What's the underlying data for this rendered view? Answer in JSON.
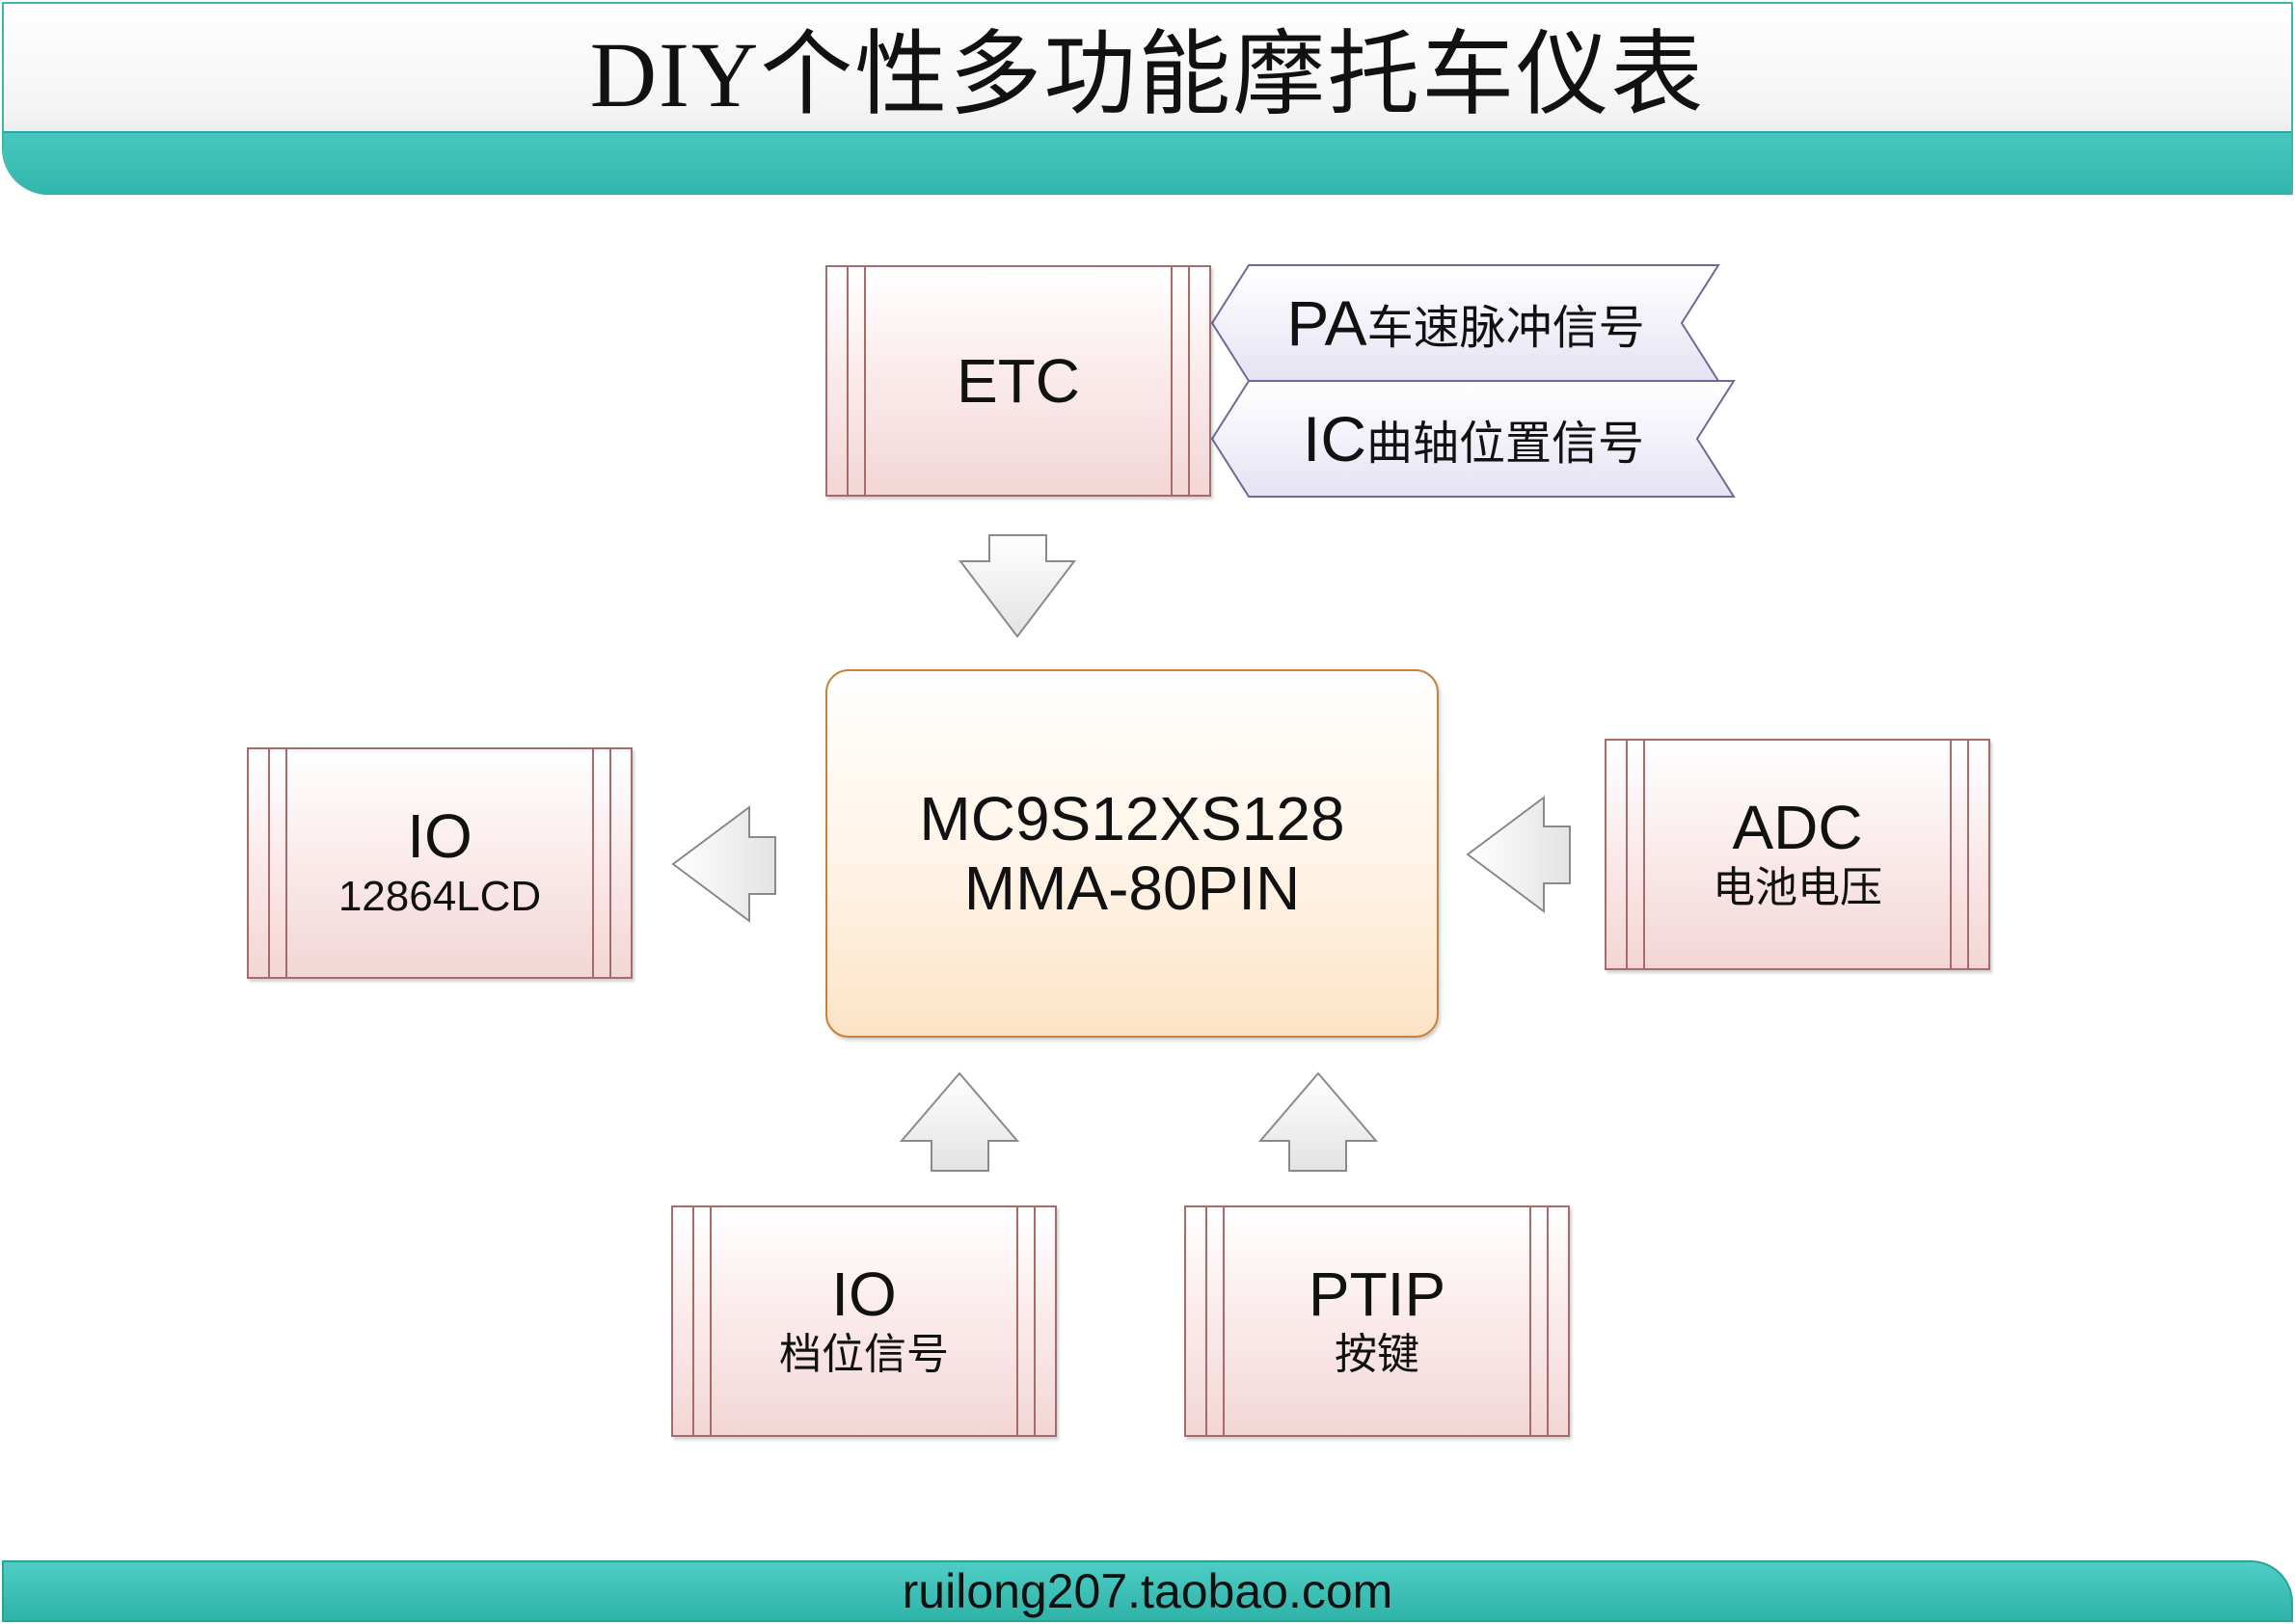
{
  "header": {
    "title": "DIY个性多功能摩托车仪表"
  },
  "footer": {
    "url": "ruilong207.taobao.com"
  },
  "mcu": {
    "line1": "MC9S12XS128",
    "line2": "MMA-80PIN"
  },
  "etc": {
    "label": "ETC"
  },
  "signals": [
    {
      "prefix": "PA",
      "text": "车速脉冲信号"
    },
    {
      "prefix": "IC",
      "text": "曲轴位置信号"
    }
  ],
  "lcd": {
    "label": "IO",
    "sub": "12864LCD"
  },
  "adc": {
    "label": "ADC",
    "sub": "电池电压"
  },
  "gear": {
    "label": "IO",
    "sub": "档位信号"
  },
  "keys": {
    "label": "PTIP",
    "sub": "按键"
  },
  "colors": {
    "teal": "#3fb6ad",
    "box_border": "#a86a6a",
    "box_fill": "#f3d6d6",
    "mcu_border": "#c8823a",
    "mcu_fill": "#fde3c6",
    "tag_fill": "#ebe6f6",
    "tag_border": "#6b6b96"
  }
}
